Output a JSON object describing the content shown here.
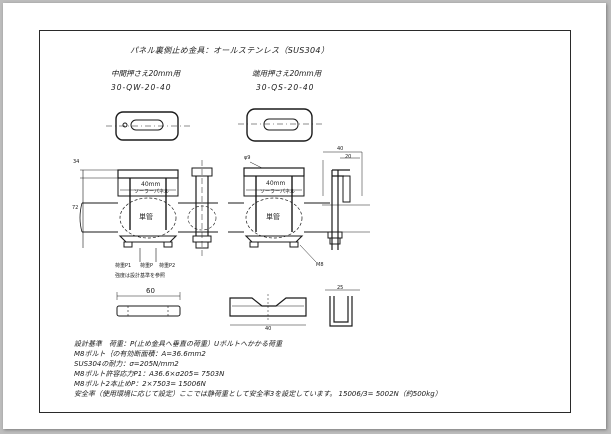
{
  "title": "パネル裏側止め金具：オールステンレス（SUS304）",
  "left_part": {
    "name": "中間押さえ20mm用",
    "code": "30-QW-20-40"
  },
  "right_part": {
    "name": "端用押さえ20mm用",
    "code": "30-QS-20-40"
  },
  "labels": {
    "panel_40mm_left": "40mm",
    "panel_40mm_right": "40mm",
    "solar_panel_left": "ソーラーパネル",
    "solar_panel_right": "ソーラーパネル",
    "pipe_left": "単管",
    "pipe_right": "単管",
    "load_p1": "荷重P1",
    "load_p": "荷重P",
    "load_p2": "荷重P2",
    "load_note": "強度は設計基準を参照",
    "m8": "M8",
    "phi": "φ9",
    "dim_60": "60",
    "dim_72": "72",
    "dim_40a": "40",
    "dim_40b": "40",
    "dim_34": "34",
    "dim_25": "25",
    "dim_20": "20"
  },
  "notes": [
    "設計基準　荷重：P(止め金具へ垂直の荷重）Uボルトへかかる荷重",
    "M8ボルト｛の有効断面積：A=36.6mm2",
    "SUS304の耐力：σ=205N/mm2",
    "M8ボルト許容応力P1：A36.6×σ205= 7503N",
    "M8ボルト2本止めP：2×7503= 15006N",
    "安全率（使用環境に応じて設定）ここでは静荷重として安全率3を設定しています。 15006/3= 5002N（約500kg）"
  ],
  "colors": {
    "ink": "#1a1a1a",
    "background": "#bdbdbd",
    "paper": "#ffffff"
  }
}
